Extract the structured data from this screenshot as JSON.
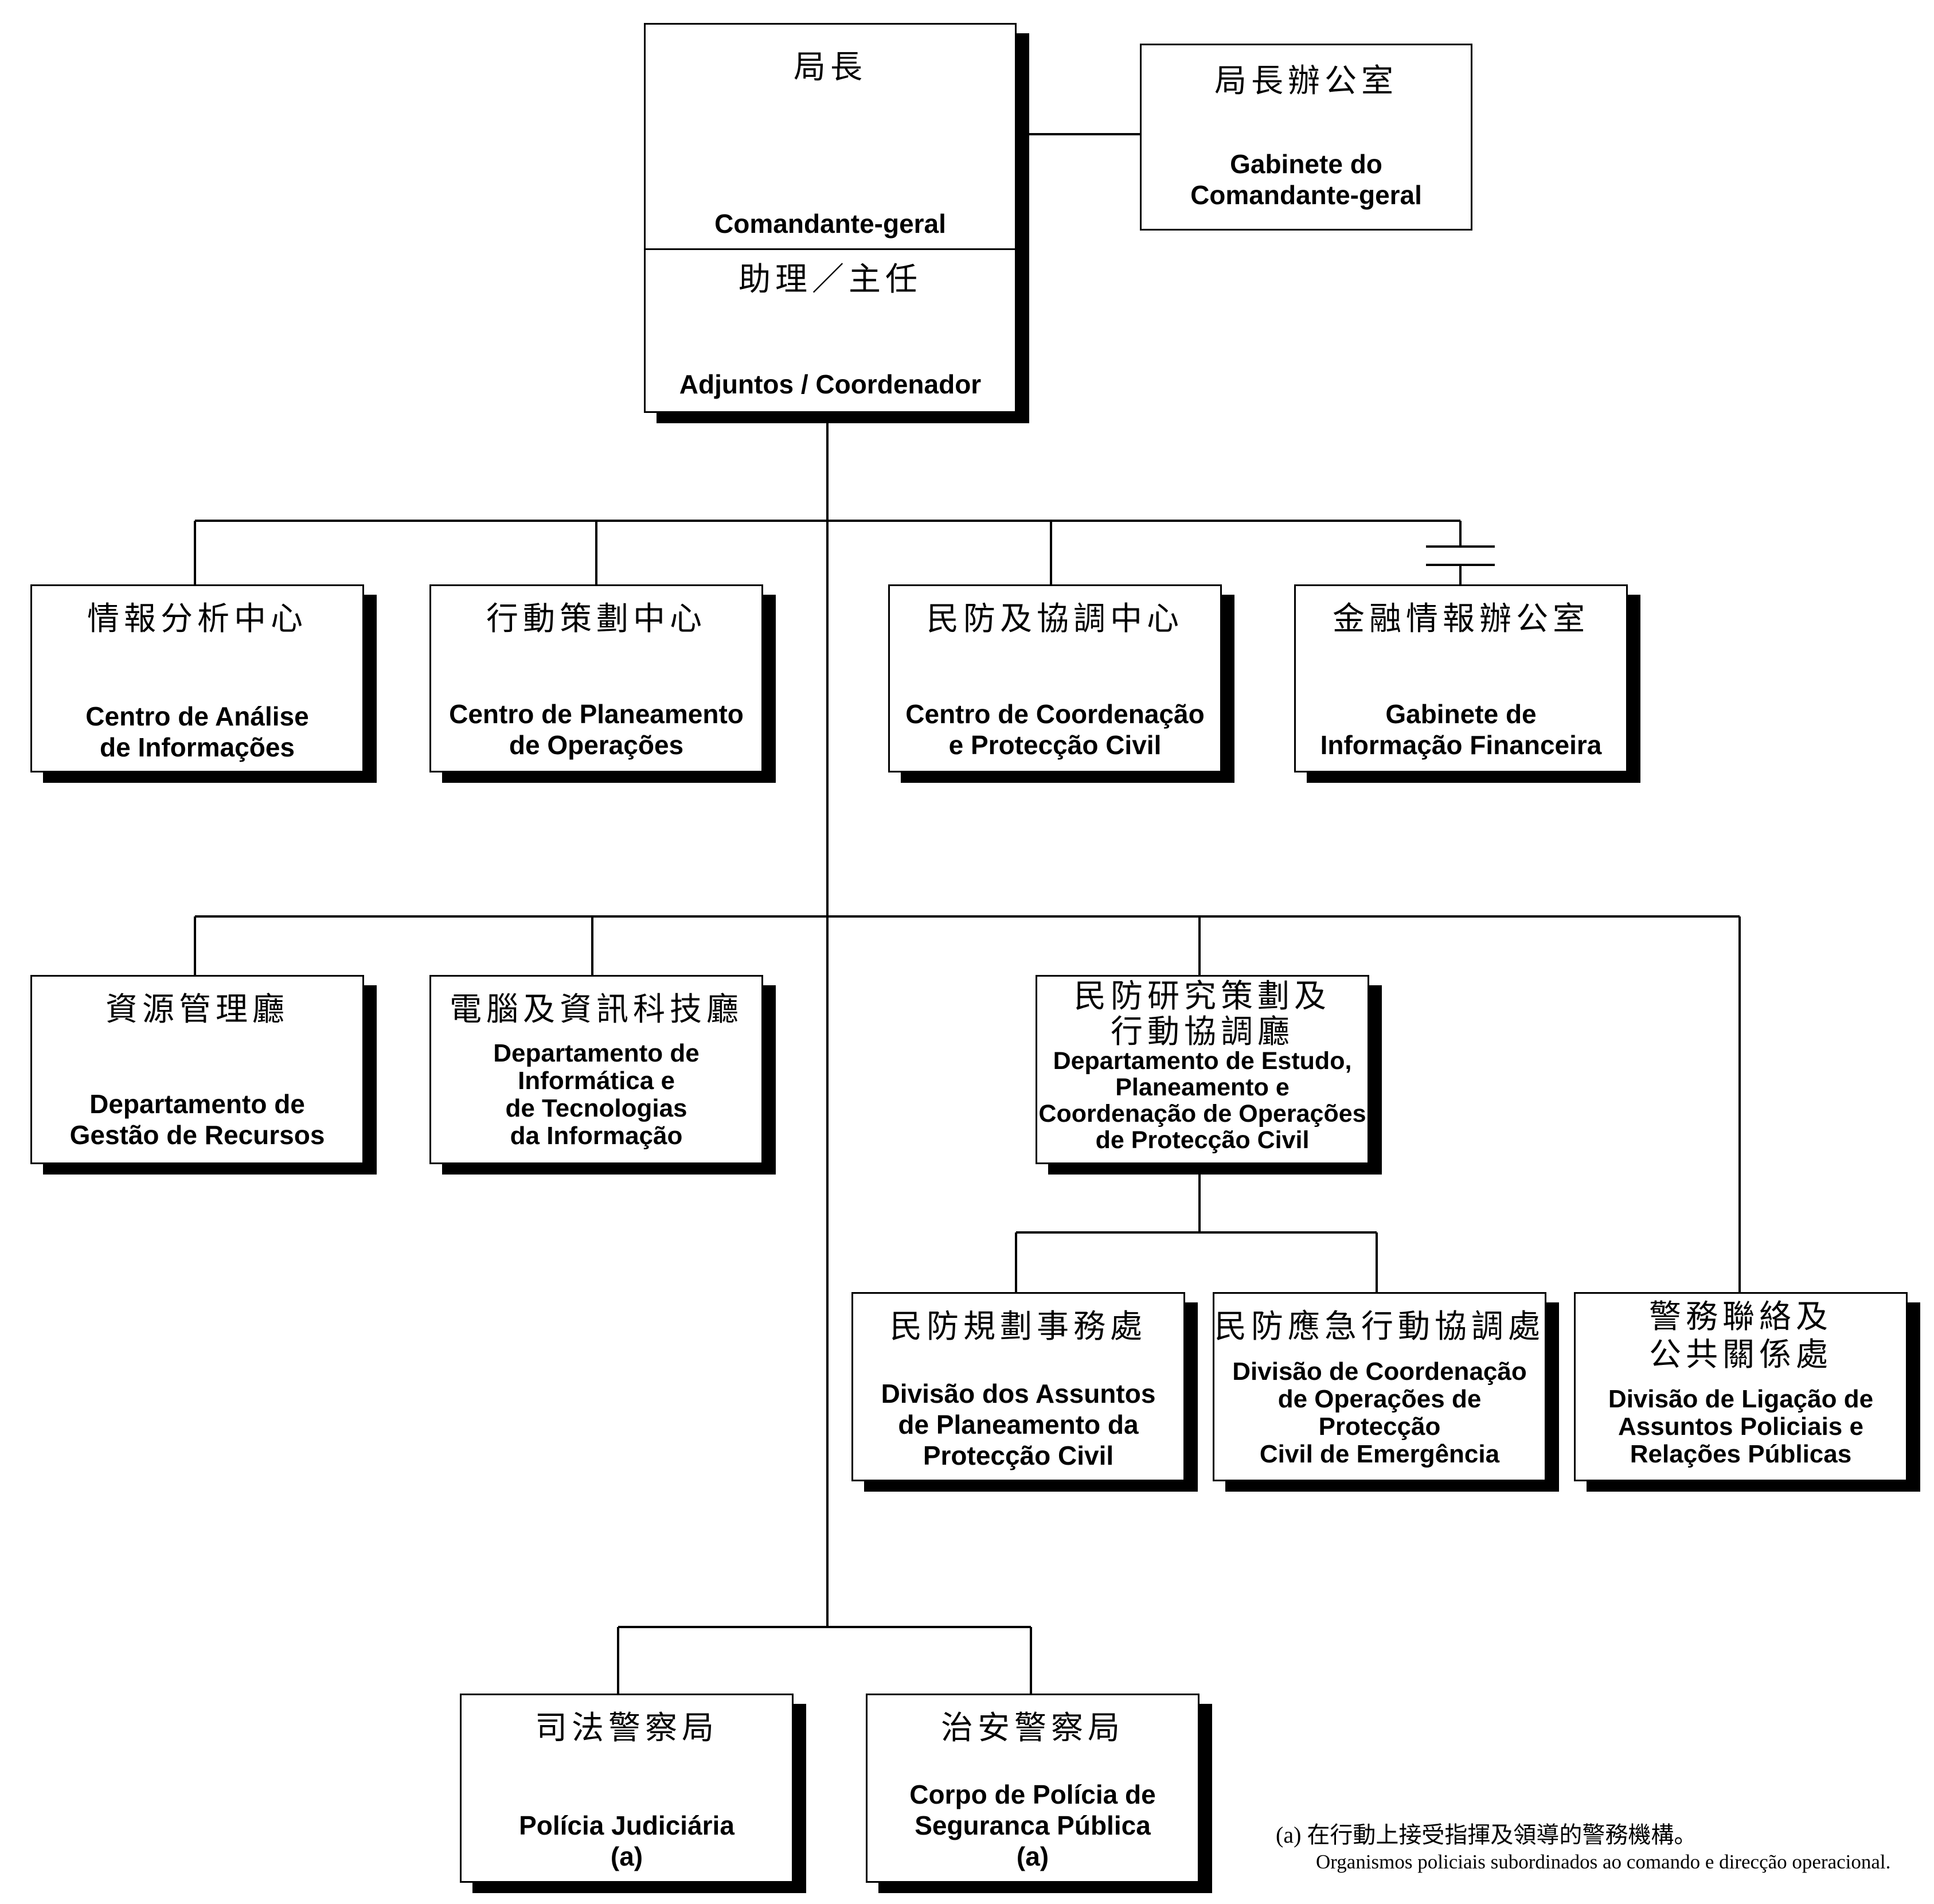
{
  "top": {
    "commander": {
      "zh": "局長",
      "pt": "Comandante-geral"
    },
    "adjuncts": {
      "zh": "助理／主任",
      "pt": "Adjuntos / Coordenador"
    },
    "cabinet": {
      "zh": "局長辦公室",
      "pt_lines": [
        "Gabinete do",
        "Comandante-geral"
      ]
    }
  },
  "centres": [
    {
      "zh": "情報分析中心",
      "pt_lines": [
        "Centro de Análise",
        "de Informações"
      ]
    },
    {
      "zh": "行動策劃中心",
      "pt_lines": [
        "Centro de Planeamento",
        "de Operações"
      ]
    },
    {
      "zh": "民防及協調中心",
      "pt_lines": [
        "Centro de Coordenação",
        "e Protecção Civil"
      ]
    },
    {
      "zh": "金融情報辦公室",
      "pt_lines": [
        "Gabinete de",
        "Informação Financeira"
      ]
    }
  ],
  "departments": [
    {
      "zh": "資源管理廳",
      "pt_lines": [
        "Departamento de",
        "Gestão de Recursos"
      ]
    },
    {
      "zh": "電腦及資訊科技廳",
      "pt_lines": [
        "Departamento de",
        "Informática e",
        "de Tecnologias",
        "da Informação"
      ]
    },
    {
      "zh_lines": [
        "民防研究策劃及",
        "行動協調廳"
      ],
      "pt_lines": [
        "Departamento de Estudo,",
        "Planeamento e",
        "Coordenação de Operações",
        "de Protecção Civil"
      ]
    }
  ],
  "divisions": [
    {
      "zh": "民防規劃事務處",
      "pt_lines": [
        "Divisão dos Assuntos",
        "de Planeamento da",
        "Protecção Civil"
      ]
    },
    {
      "zh": "民防應急行動協調處",
      "pt_lines": [
        "Divisão de Coordenação",
        "de Operações de",
        "Protecção",
        "Civil de Emergência"
      ]
    },
    {
      "zh_lines": [
        "警務聯絡及",
        "公共關係處"
      ],
      "pt_lines": [
        "Divisão de Ligação de",
        "Assuntos Policiais e",
        "Relações Públicas"
      ]
    }
  ],
  "police": [
    {
      "zh": "司法警察局",
      "pt_lines": [
        "Polícia Judiciária",
        "(a)"
      ]
    },
    {
      "zh": "治安警察局",
      "pt_lines": [
        "Corpo de Polícia de",
        "Seguranca Pública",
        "(a)"
      ]
    }
  ],
  "footnote": {
    "zh": "(a) 在行動上接受指揮及領導的警務機構。",
    "pt": "Organismos policiais subordinados ao comando e direcção operacional."
  }
}
